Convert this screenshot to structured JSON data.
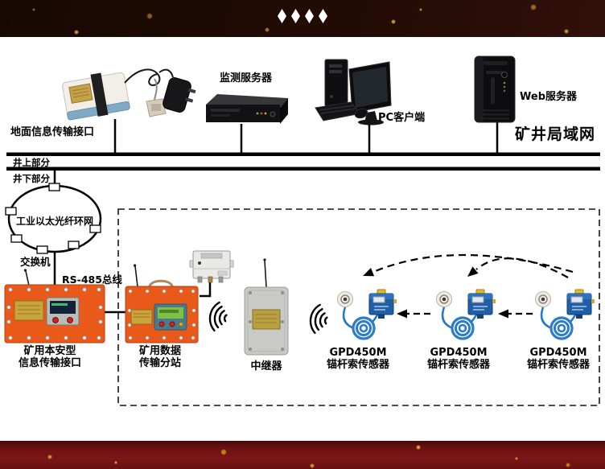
{
  "surface_network": {
    "ground_interface": "地面信息传输接口",
    "monitor_server": "监测服务器",
    "pc_client": "PC客户端",
    "web_server": "Web服务器",
    "mine_lan": "矿井局域网"
  },
  "split": {
    "above_ground": "井上部分",
    "below_ground": "井下部分"
  },
  "underground": {
    "fiber_ring": "工业以太光纤环网",
    "switch": "交换机",
    "rs485_bus": "RS-485总线",
    "safe_interface": [
      "矿用本安型",
      "信息传输接口"
    ],
    "substation": [
      "矿用数据",
      "传输分站"
    ],
    "repeater": "中继器",
    "sensors": [
      {
        "model": "GPD450M",
        "name": "锚杆索传感器"
      },
      {
        "model": "GPD450M",
        "name": "锚杆索传感器"
      },
      {
        "model": "GPD450M",
        "name": "锚杆索传感器"
      }
    ]
  },
  "colors": {
    "device_orange": "#e8591a",
    "sensor_blue": "#1f5fa8",
    "plaque_gold": "#c9a43c",
    "banner_top_brown": "#1e0a04",
    "banner_bottom_red": "#6d1113",
    "line_black": "#000000"
  },
  "ornament": {
    "diamond_count": 4
  }
}
